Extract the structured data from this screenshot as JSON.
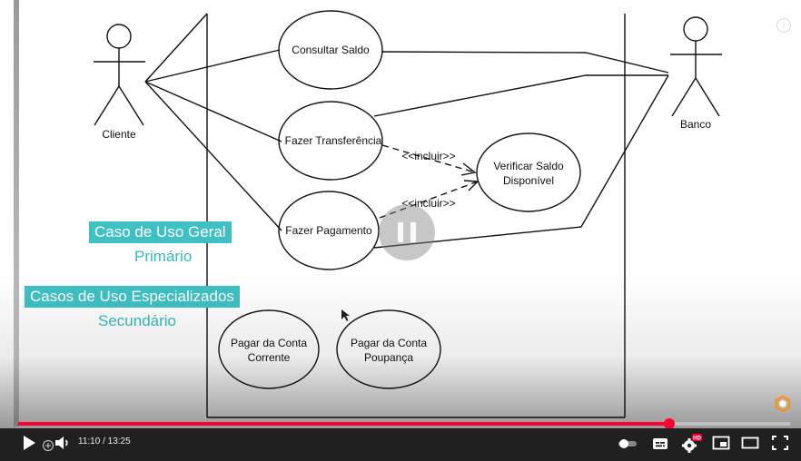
{
  "diagram": {
    "actors": {
      "client": "Cliente",
      "bank": "Banco"
    },
    "use_cases": {
      "consultar": "Consultar Saldo",
      "transferencia": "Fazer Transferência",
      "pagamento": "Fazer Pagamento",
      "verificar_line1": "Verificar Saldo",
      "verificar_line2": "Disponível",
      "conta_corrente_line1": "Pagar da Conta",
      "conta_corrente_line2": "Corrente",
      "conta_poupanca_line1": "Pagar da Conta",
      "conta_poupanca_line2": "Poupança"
    },
    "include_label": "<<incluir>>"
  },
  "labels": {
    "geral": "Caso de Uso Geral",
    "primario": "Primário",
    "especializados": "Casos de Uso Especializados",
    "secundario": "Secundário"
  },
  "player": {
    "time_current": "11:10",
    "time_separator": " / ",
    "time_total": "13:25",
    "progress_fraction": 0.843,
    "accent_color": "#ff0033",
    "hd_badge": "HD",
    "info_glyph": "i",
    "icons": [
      "play-icon",
      "next-icon",
      "volume-icon",
      "autoplay-toggle-icon",
      "subtitles-icon",
      "settings-icon",
      "miniplayer-icon",
      "theater-icon",
      "fullscreen-icon"
    ]
  }
}
